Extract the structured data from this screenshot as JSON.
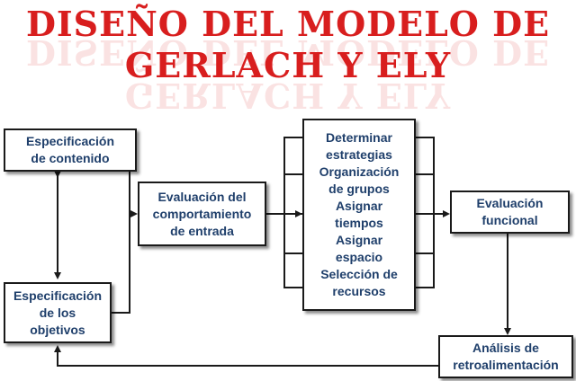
{
  "title": {
    "line1": "DISEÑO DEL MODELO DE",
    "line2": "GERLACH Y ELY"
  },
  "boxes": {
    "contenido": [
      "Especificación",
      "de contenido"
    ],
    "objetivos": [
      "Especificación",
      "de los",
      "objetivos"
    ],
    "comportamiento": [
      "Evaluación del",
      "comportamiento",
      "de entrada"
    ],
    "estrategias": [
      "Determinar",
      "estrategias",
      "Organización",
      "de grupos",
      "Asignar",
      "tiempos",
      "Asignar",
      "espacio",
      "Selección de",
      "recursos"
    ],
    "funcional": [
      "Evaluación",
      "funcional"
    ],
    "retroalimentacion": [
      "Análisis de",
      "retroalimentación"
    ]
  },
  "colors": {
    "title": "#d81e1e",
    "box_text": "#1f3f6b",
    "lines": "#1a1a1a"
  }
}
